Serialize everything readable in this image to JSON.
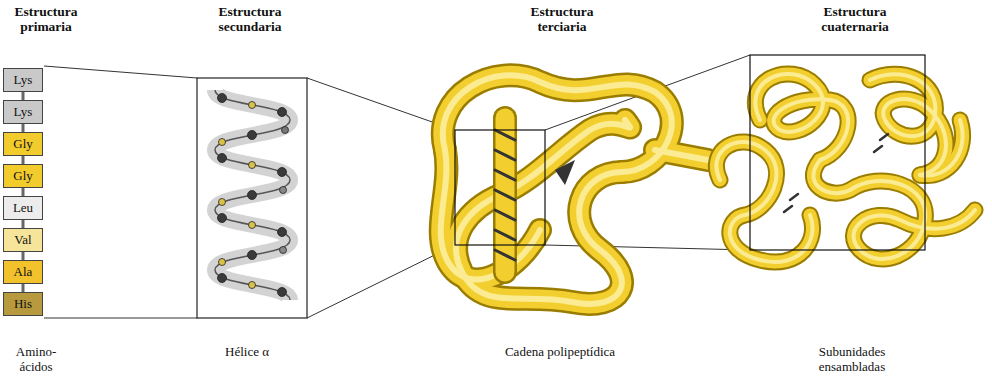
{
  "diagram": {
    "nodes": [
      {
        "text": [
          "Lys"
        ]
      },
      {
        "text": [
          "Lys"
        ]
      },
      {
        "text": [
          "Gly"
        ]
      },
      {
        "text": [
          "Gly"
        ]
      },
      {
        "text": [
          "Leu"
        ]
      },
      {
        "text": [
          "Val"
        ]
      },
      {
        "text": [
          "Ala"
        ]
      },
      {
        "text": [
          "His"
        ]
      }
    ],
    "edges": [
      {
        "from": 0,
        "to": 1,
        "arrow": "none"
      },
      {
        "from": 1,
        "to": 2,
        "arrow": "none"
      },
      {
        "from": 2,
        "to": 3,
        "arrow": "none"
      },
      {
        "from": 3,
        "to": 4,
        "arrow": "none"
      },
      {
        "from": 4,
        "to": 5,
        "arrow": "none"
      },
      {
        "from": 5,
        "to": 6,
        "arrow": "none"
      },
      {
        "from": 6,
        "to": 7,
        "arrow": "none"
      }
    ],
    "labels": [
      "Estructura primaria",
      "Estructura secundaria",
      "Estructura terciaria",
      "Estructura cuaternaria",
      "Amino- ácidos",
      "Hélice α",
      "Cadena polipeptídica",
      "Subunidades ensambladas"
    ]
  }
}
